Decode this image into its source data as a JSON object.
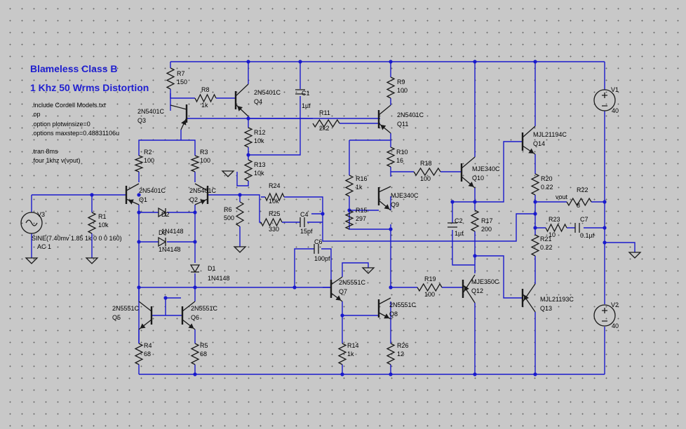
{
  "title_line1": "Blameless Class B",
  "title_line2": "1 Khz 50 Wrms Distortion",
  "directives": [
    ".include Cordell Models.txt",
    ".op",
    ".option plotwinsize=0",
    ".options maxstep=0.48831106u",
    ".tran 8ms",
    ".four 1khz v(vout)"
  ],
  "components": {
    "R7": {
      "name": "R7",
      "value": "150"
    },
    "R8": {
      "name": "R8",
      "value": "1k"
    },
    "Q4": {
      "name": "Q4",
      "model": "2N5401C"
    },
    "Q3": {
      "name": "Q3",
      "model": "2N5401C"
    },
    "C1": {
      "name": "C1",
      "value": "1µf"
    },
    "R9": {
      "name": "R9",
      "value": "100"
    },
    "Q11": {
      "name": "Q11",
      "model": "2N5401C"
    },
    "R11": {
      "name": "R11",
      "value": "2k2"
    },
    "R12": {
      "name": "R12",
      "value": "10k"
    },
    "R13": {
      "name": "R13",
      "value": "10k"
    },
    "R2": {
      "name": "R2",
      "value": "100"
    },
    "R3": {
      "name": "R3",
      "value": "100"
    },
    "Q1": {
      "name": "Q1",
      "model": "2N5401C"
    },
    "Q2": {
      "name": "Q2",
      "model": "2N5401C"
    },
    "D2": {
      "name": "D2",
      "model": "1N4148"
    },
    "D3": {
      "name": "D3",
      "model": "1N4148"
    },
    "D1": {
      "name": "D1",
      "model": "1N4148"
    },
    "R1": {
      "name": "R1",
      "value": "10k"
    },
    "V3": {
      "name": "V3",
      "value": "SINE(7.40mv 1.85 1k 0 0 0 160)",
      "ac": "AC 1"
    },
    "R6": {
      "name": "R6",
      "value": "500"
    },
    "R24": {
      "name": "R24",
      "value": "10k"
    },
    "R25": {
      "name": "R25",
      "value": "330"
    },
    "C4": {
      "name": "C4",
      "value": "15pf"
    },
    "C6": {
      "name": "C6",
      "value": "100pf"
    },
    "R10": {
      "name": "R10",
      "value": "16"
    },
    "R16": {
      "name": "R16",
      "value": "1k"
    },
    "R15": {
      "name": "R15",
      "value": "297"
    },
    "Q9": {
      "name": "Q9",
      "model": "MJE340C"
    },
    "R18": {
      "name": "R18",
      "value": "100"
    },
    "Q10": {
      "name": "Q10",
      "model": "MJE340C"
    },
    "C2": {
      "name": "C2",
      "value": "1µf"
    },
    "R17": {
      "name": "R17",
      "value": "200"
    },
    "Q14": {
      "name": "Q14",
      "model": "MJL21194C"
    },
    "R20": {
      "name": "R20",
      "value": "0.22"
    },
    "R22": {
      "name": "R22",
      "value": "8"
    },
    "R23": {
      "name": "R23",
      "value": "10"
    },
    "C7": {
      "name": "C7",
      "value": "0.1µf"
    },
    "R21": {
      "name": "R21",
      "value": "0.22"
    },
    "V1": {
      "name": "V1",
      "value": "40"
    },
    "V2": {
      "name": "V2",
      "value": "40"
    },
    "Q7": {
      "name": "Q7",
      "model": "2N5551C"
    },
    "Q8": {
      "name": "Q8",
      "model": "2N5551C"
    },
    "R19": {
      "name": "R19",
      "value": "100"
    },
    "Q12": {
      "name": "Q12",
      "model": "MJE350C"
    },
    "Q13": {
      "name": "Q13",
      "model": "MJL21193C"
    },
    "Q5": {
      "name": "Q5",
      "model": "2N5551C"
    },
    "Q6": {
      "name": "Q6",
      "model": "2N5551C"
    },
    "R4": {
      "name": "R4",
      "value": "68"
    },
    "R5": {
      "name": "R5",
      "value": "68"
    },
    "R14": {
      "name": "R14",
      "value": "1k"
    },
    "R26": {
      "name": "R26",
      "value": "12"
    }
  },
  "net_labels": {
    "vout": "vout"
  },
  "colors": {
    "wire": "#1a1acc",
    "component": "#1a1a1a",
    "background": "#c8c8c8",
    "title": "#2020d0"
  }
}
